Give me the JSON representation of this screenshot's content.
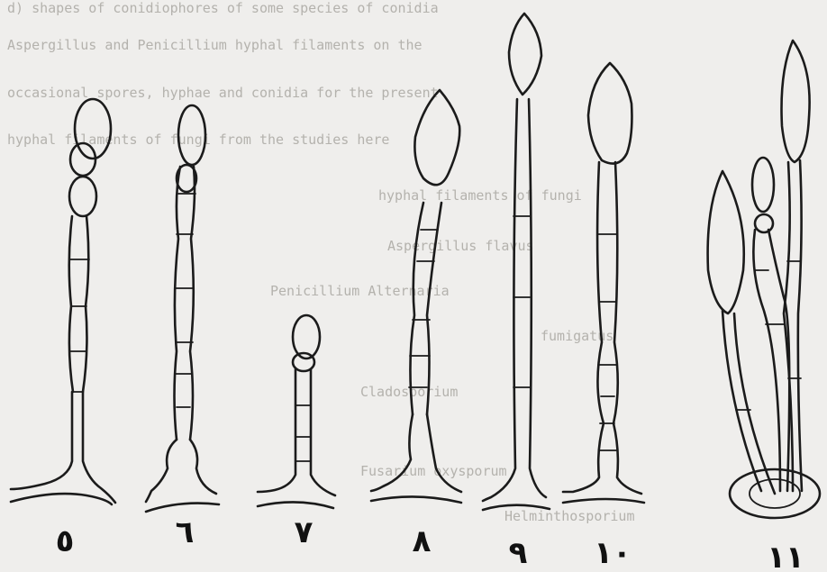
{
  "figure": {
    "labels": [
      "٥",
      "٦",
      "٧",
      "٨",
      "٩",
      "١٠",
      "١١"
    ]
  }
}
